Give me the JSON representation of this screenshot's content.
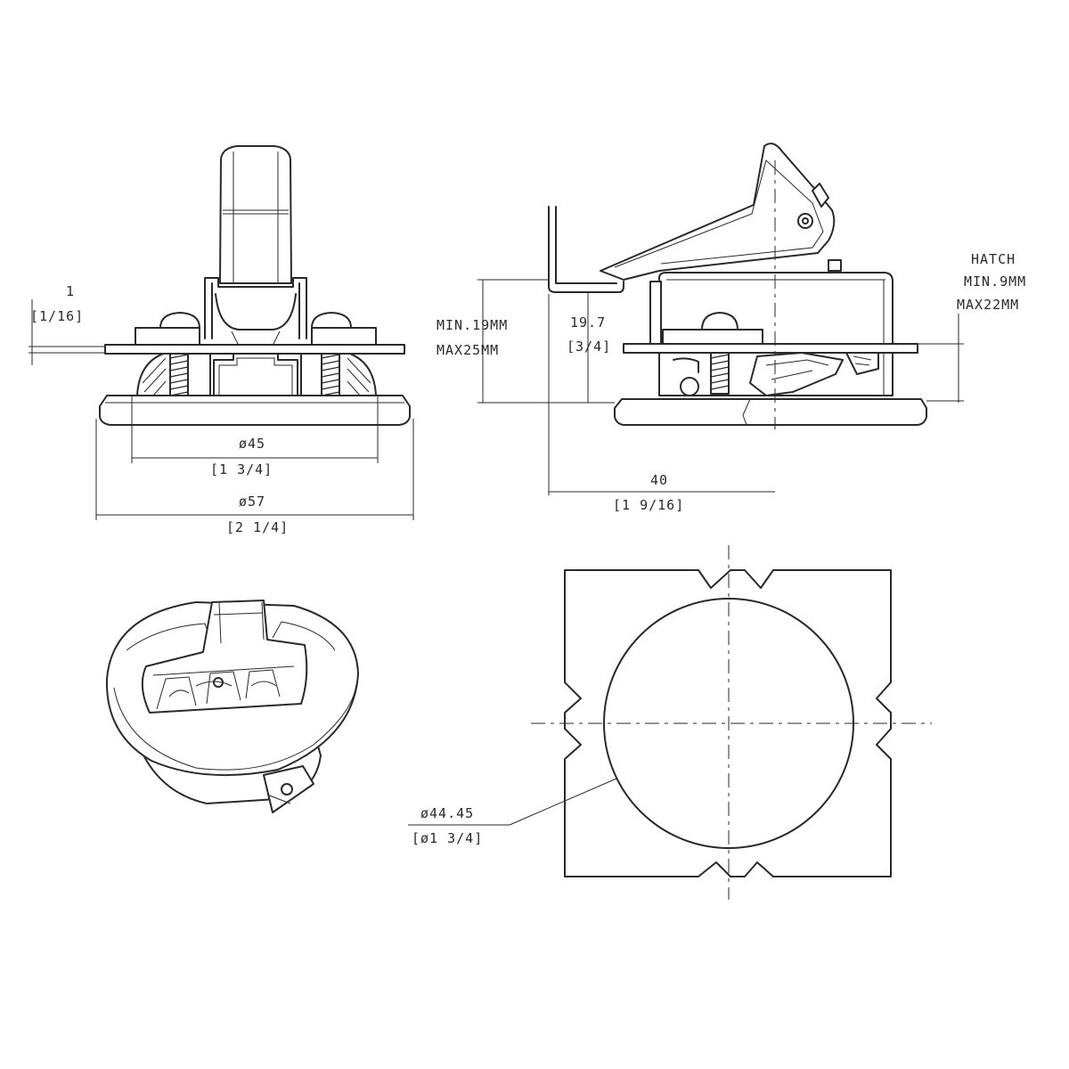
{
  "views": {
    "front": {
      "gap_top": "1",
      "gap_top_in": "[1/16]",
      "dia_inner": "ø45",
      "dia_inner_in": "[1 3/4]",
      "dia_outer": "ø57",
      "dia_outer_in": "[2 1/4]"
    },
    "side": {
      "thickness_label_1": "MIN.19MM",
      "thickness_label_2": "MAX25MM",
      "height": "19.7",
      "height_in": "[3/4]",
      "hatch_label_1": "HATCH",
      "hatch_label_2": "MIN.9MM",
      "hatch_label_3": "MAX22MM",
      "length": "40",
      "length_in": "[1 9/16]"
    },
    "cutout": {
      "hole_dia": "ø44.45",
      "hole_dia_in": "[ø1 3/4]"
    }
  },
  "style": {
    "line_color": "#2a2a2a",
    "background": "#ffffff"
  }
}
